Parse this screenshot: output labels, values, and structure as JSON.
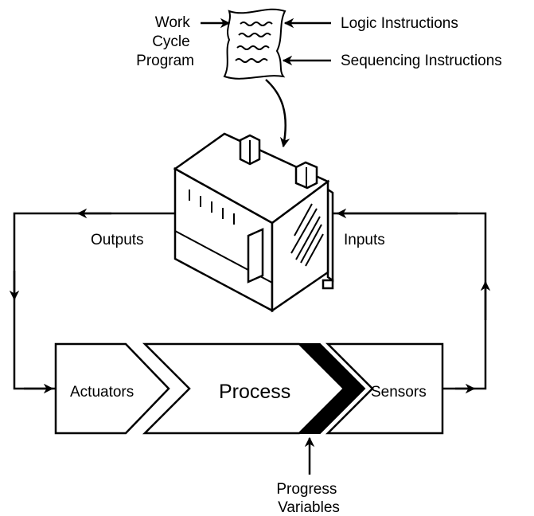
{
  "program": {
    "label_lines": [
      "Work",
      "Cycle",
      "Program"
    ],
    "logic_label": "Logic Instructions",
    "sequencing_label": "Sequencing Instructions"
  },
  "controller": {
    "outputs_label": "Outputs",
    "inputs_label": "Inputs"
  },
  "process_chain": {
    "actuators_label": "Actuators",
    "process_label": "Process",
    "sensors_label": "Sensors"
  },
  "progress": {
    "label_lines": [
      "Progress",
      "Variables"
    ]
  },
  "icons": [
    "scroll-document-icon",
    "plc-controller-icon"
  ],
  "colors": {
    "ink": "#000000",
    "paper": "#ffffff"
  }
}
